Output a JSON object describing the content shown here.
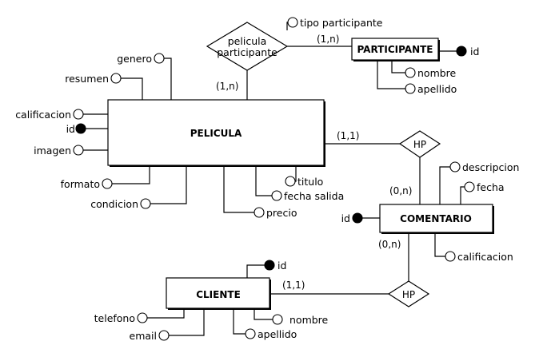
{
  "entities": {
    "pelicula": "PELICULA",
    "participante": "PARTICIPANTE",
    "comentario": "COMENTARIO",
    "cliente": "CLIENTE"
  },
  "relationships": {
    "pelicula_participante": [
      "pelicula",
      "participante"
    ],
    "hp_comentario": "HP",
    "hp_cliente": "HP"
  },
  "attributes": {
    "tipo_participante": "tipo participante",
    "participante_id": "id",
    "participante_nombre": "nombre",
    "participante_apellido": "apellido",
    "genero": "genero",
    "resumen": "resumen",
    "calificacion": "calificacion",
    "pelicula_id": "id",
    "imagen": "imagen",
    "formato": "formato",
    "condicion": "condicion",
    "titulo": "titulo",
    "fecha_salida": "fecha salida",
    "precio": "precio",
    "descripcion": "descripcion",
    "fecha": "fecha",
    "comentario_id": "id",
    "comentario_calificacion": "calificacion",
    "cliente_id": "id",
    "telefono": "telefono",
    "email": "email",
    "cliente_nombre": "nombre",
    "cliente_apellido": "apellido"
  },
  "cardinalities": {
    "rel_participante": "(1,n)",
    "rel_pelicula": "(1,n)",
    "hp_pelicula": "(1,1)",
    "hp_comentario_upper": "(0,n)",
    "comentario_lower": "(0,n)",
    "cliente_hp": "(1,1)"
  }
}
